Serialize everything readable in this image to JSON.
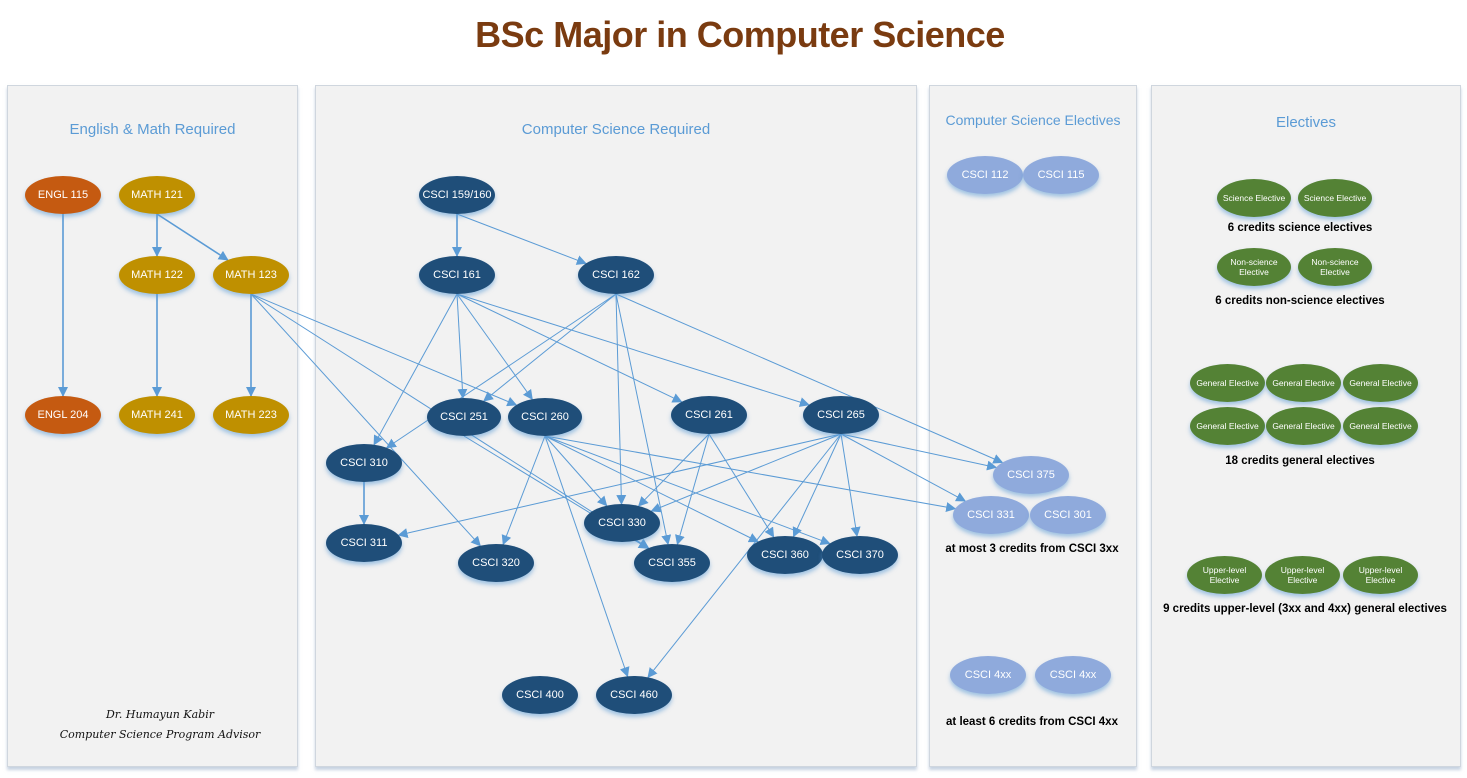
{
  "title": "BSc Major in Computer Science",
  "colors": {
    "title": "#7a3b10",
    "panel_title": "#5b9bd5",
    "english": "#c55a11",
    "math": "#bf9000",
    "cs_required": "#1f4e79",
    "cs_elective": "#8faadc",
    "general_elective": "#548235",
    "arrow": "#5b9bd5"
  },
  "panels": {
    "english_math": {
      "title": "English & Math Required"
    },
    "cs_required": {
      "title": "Computer Science Required"
    },
    "cs_electives": {
      "title": "Computer Science Electives"
    },
    "electives": {
      "title": "Electives"
    }
  },
  "signature": {
    "name": "Dr. Humayun Kabir",
    "role": "Computer Science Program Advisor"
  },
  "courses": {
    "engl115": "ENGL 115",
    "engl204": "ENGL 204",
    "math121": "MATH 121",
    "math122": "MATH 122",
    "math123": "MATH 123",
    "math241": "MATH 241",
    "math223": "MATH 223",
    "csci159": "CSCI 159/160",
    "csci161": "CSCI 161",
    "csci162": "CSCI 162",
    "csci251": "CSCI 251",
    "csci260": "CSCI 260",
    "csci261": "CSCI 261",
    "csci265": "CSCI 265",
    "csci310": "CSCI 310",
    "csci311": "CSCI 311",
    "csci320": "CSCI 320",
    "csci330": "CSCI 330",
    "csci355": "CSCI 355",
    "csci360": "CSCI 360",
    "csci370": "CSCI 370",
    "csci400": "CSCI 400",
    "csci460": "CSCI 460"
  },
  "cs_electives": {
    "csci112": "CSCI 112",
    "csci115": "CSCI 115",
    "csci375": "CSCI 375",
    "csci331": "CSCI 331",
    "csci301": "CSCI 301",
    "csci4xx_a": "CSCI 4xx",
    "csci4xx_b": "CSCI 4xx",
    "note_3xx": "at most 3 credits from CSCI 3xx",
    "note_4xx": "at least 6 credits from CSCI 4xx"
  },
  "electives": {
    "science": [
      "Science Elective",
      "Science Elective"
    ],
    "science_note": "6 credits science electives",
    "nonscience": [
      "Non-science Elective",
      "Non-science Elective"
    ],
    "nonscience_note": "6 credits non-science electives",
    "general": [
      "General Elective",
      "General Elective",
      "General Elective",
      "General Elective",
      "General Elective",
      "General Elective"
    ],
    "general_note": "18 credits general electives",
    "upper": [
      "Upper-level Elective",
      "Upper-level Elective",
      "Upper-level Elective"
    ],
    "upper_note": "9 credits upper-level (3xx and 4xx) general electives"
  },
  "prerequisites": [
    [
      "engl115",
      "engl204"
    ],
    [
      "math121",
      "math122"
    ],
    [
      "math121",
      "math123"
    ],
    [
      "math122",
      "math241"
    ],
    [
      "math123",
      "math223"
    ],
    [
      "math123",
      "csci260"
    ],
    [
      "math123",
      "csci320"
    ],
    [
      "math123",
      "csci355"
    ],
    [
      "csci159",
      "csci161"
    ],
    [
      "csci159",
      "csci162"
    ],
    [
      "csci161",
      "csci251"
    ],
    [
      "csci161",
      "csci260"
    ],
    [
      "csci161",
      "csci310"
    ],
    [
      "csci161",
      "csci261"
    ],
    [
      "csci161",
      "csci265"
    ],
    [
      "csci162",
      "csci251"
    ],
    [
      "csci162",
      "csci310"
    ],
    [
      "csci162",
      "csci330"
    ],
    [
      "csci162",
      "csci355"
    ],
    [
      "csci162",
      "csci375"
    ],
    [
      "csci310",
      "csci311"
    ],
    [
      "csci260",
      "csci320"
    ],
    [
      "csci260",
      "csci330"
    ],
    [
      "csci260",
      "csci360"
    ],
    [
      "csci260",
      "csci370"
    ],
    [
      "csci260",
      "csci331"
    ],
    [
      "csci260",
      "csci460"
    ],
    [
      "csci251",
      "csci355"
    ],
    [
      "csci261",
      "csci330"
    ],
    [
      "csci261",
      "csci355"
    ],
    [
      "csci261",
      "csci360"
    ],
    [
      "csci265",
      "csci311"
    ],
    [
      "csci265",
      "csci330"
    ],
    [
      "csci265",
      "csci360"
    ],
    [
      "csci265",
      "csci370"
    ],
    [
      "csci265",
      "csci375"
    ],
    [
      "csci265",
      "csci331"
    ],
    [
      "csci265",
      "csci460"
    ]
  ]
}
